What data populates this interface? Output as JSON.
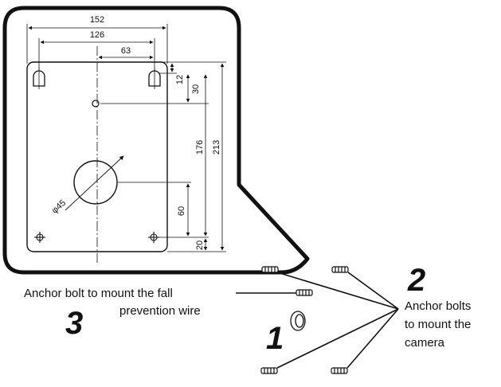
{
  "dimensions": {
    "w152": "152",
    "w126": "126",
    "w63": "63",
    "h12": "12",
    "h30": "30",
    "h176": "176",
    "h213": "213",
    "h60": "60",
    "h20": "20",
    "hole": "φ45"
  },
  "callouts": {
    "num1": "1",
    "num2": "2",
    "num3": "3",
    "anchor_wire_line1": "Anchor bolt to mount the fall",
    "anchor_wire_line2": "prevention wire",
    "anchor_cam_line1": "Anchor bolts",
    "anchor_cam_line2": "to mount the",
    "anchor_cam_line3": "camera"
  }
}
